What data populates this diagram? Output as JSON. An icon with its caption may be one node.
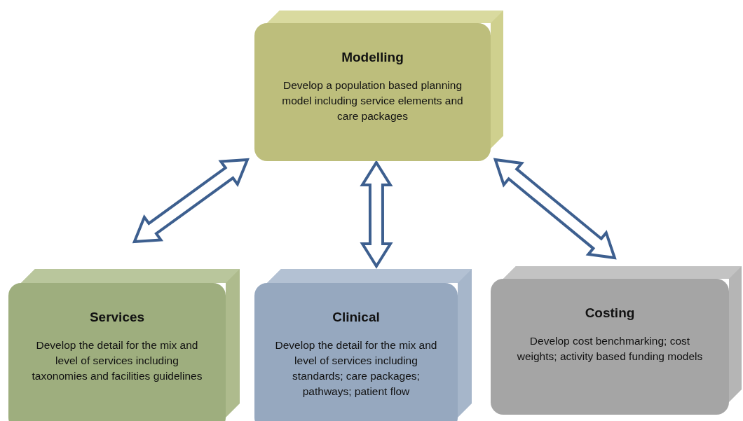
{
  "diagram": {
    "nodes": [
      {
        "text": [
          "Modelling",
          "Develop a population based planning model including service elements and care packages"
        ]
      },
      {
        "text": [
          "Services",
          "Develop the detail for the mix and level of services including taxonomies and facilities guidelines"
        ]
      },
      {
        "text": [
          "Clinical",
          "Develop the detail for the mix and level of services including standards; care packages; pathways; patient flow"
        ]
      },
      {
        "text": [
          "Costing",
          "Develop cost benchmarking; cost weights; activity based funding models"
        ]
      }
    ],
    "edges": [
      {
        "from": 1,
        "to": 0,
        "arrow": "both"
      },
      {
        "from": 2,
        "to": 0,
        "arrow": "both"
      },
      {
        "from": 3,
        "to": 0,
        "arrow": "both"
      }
    ]
  }
}
